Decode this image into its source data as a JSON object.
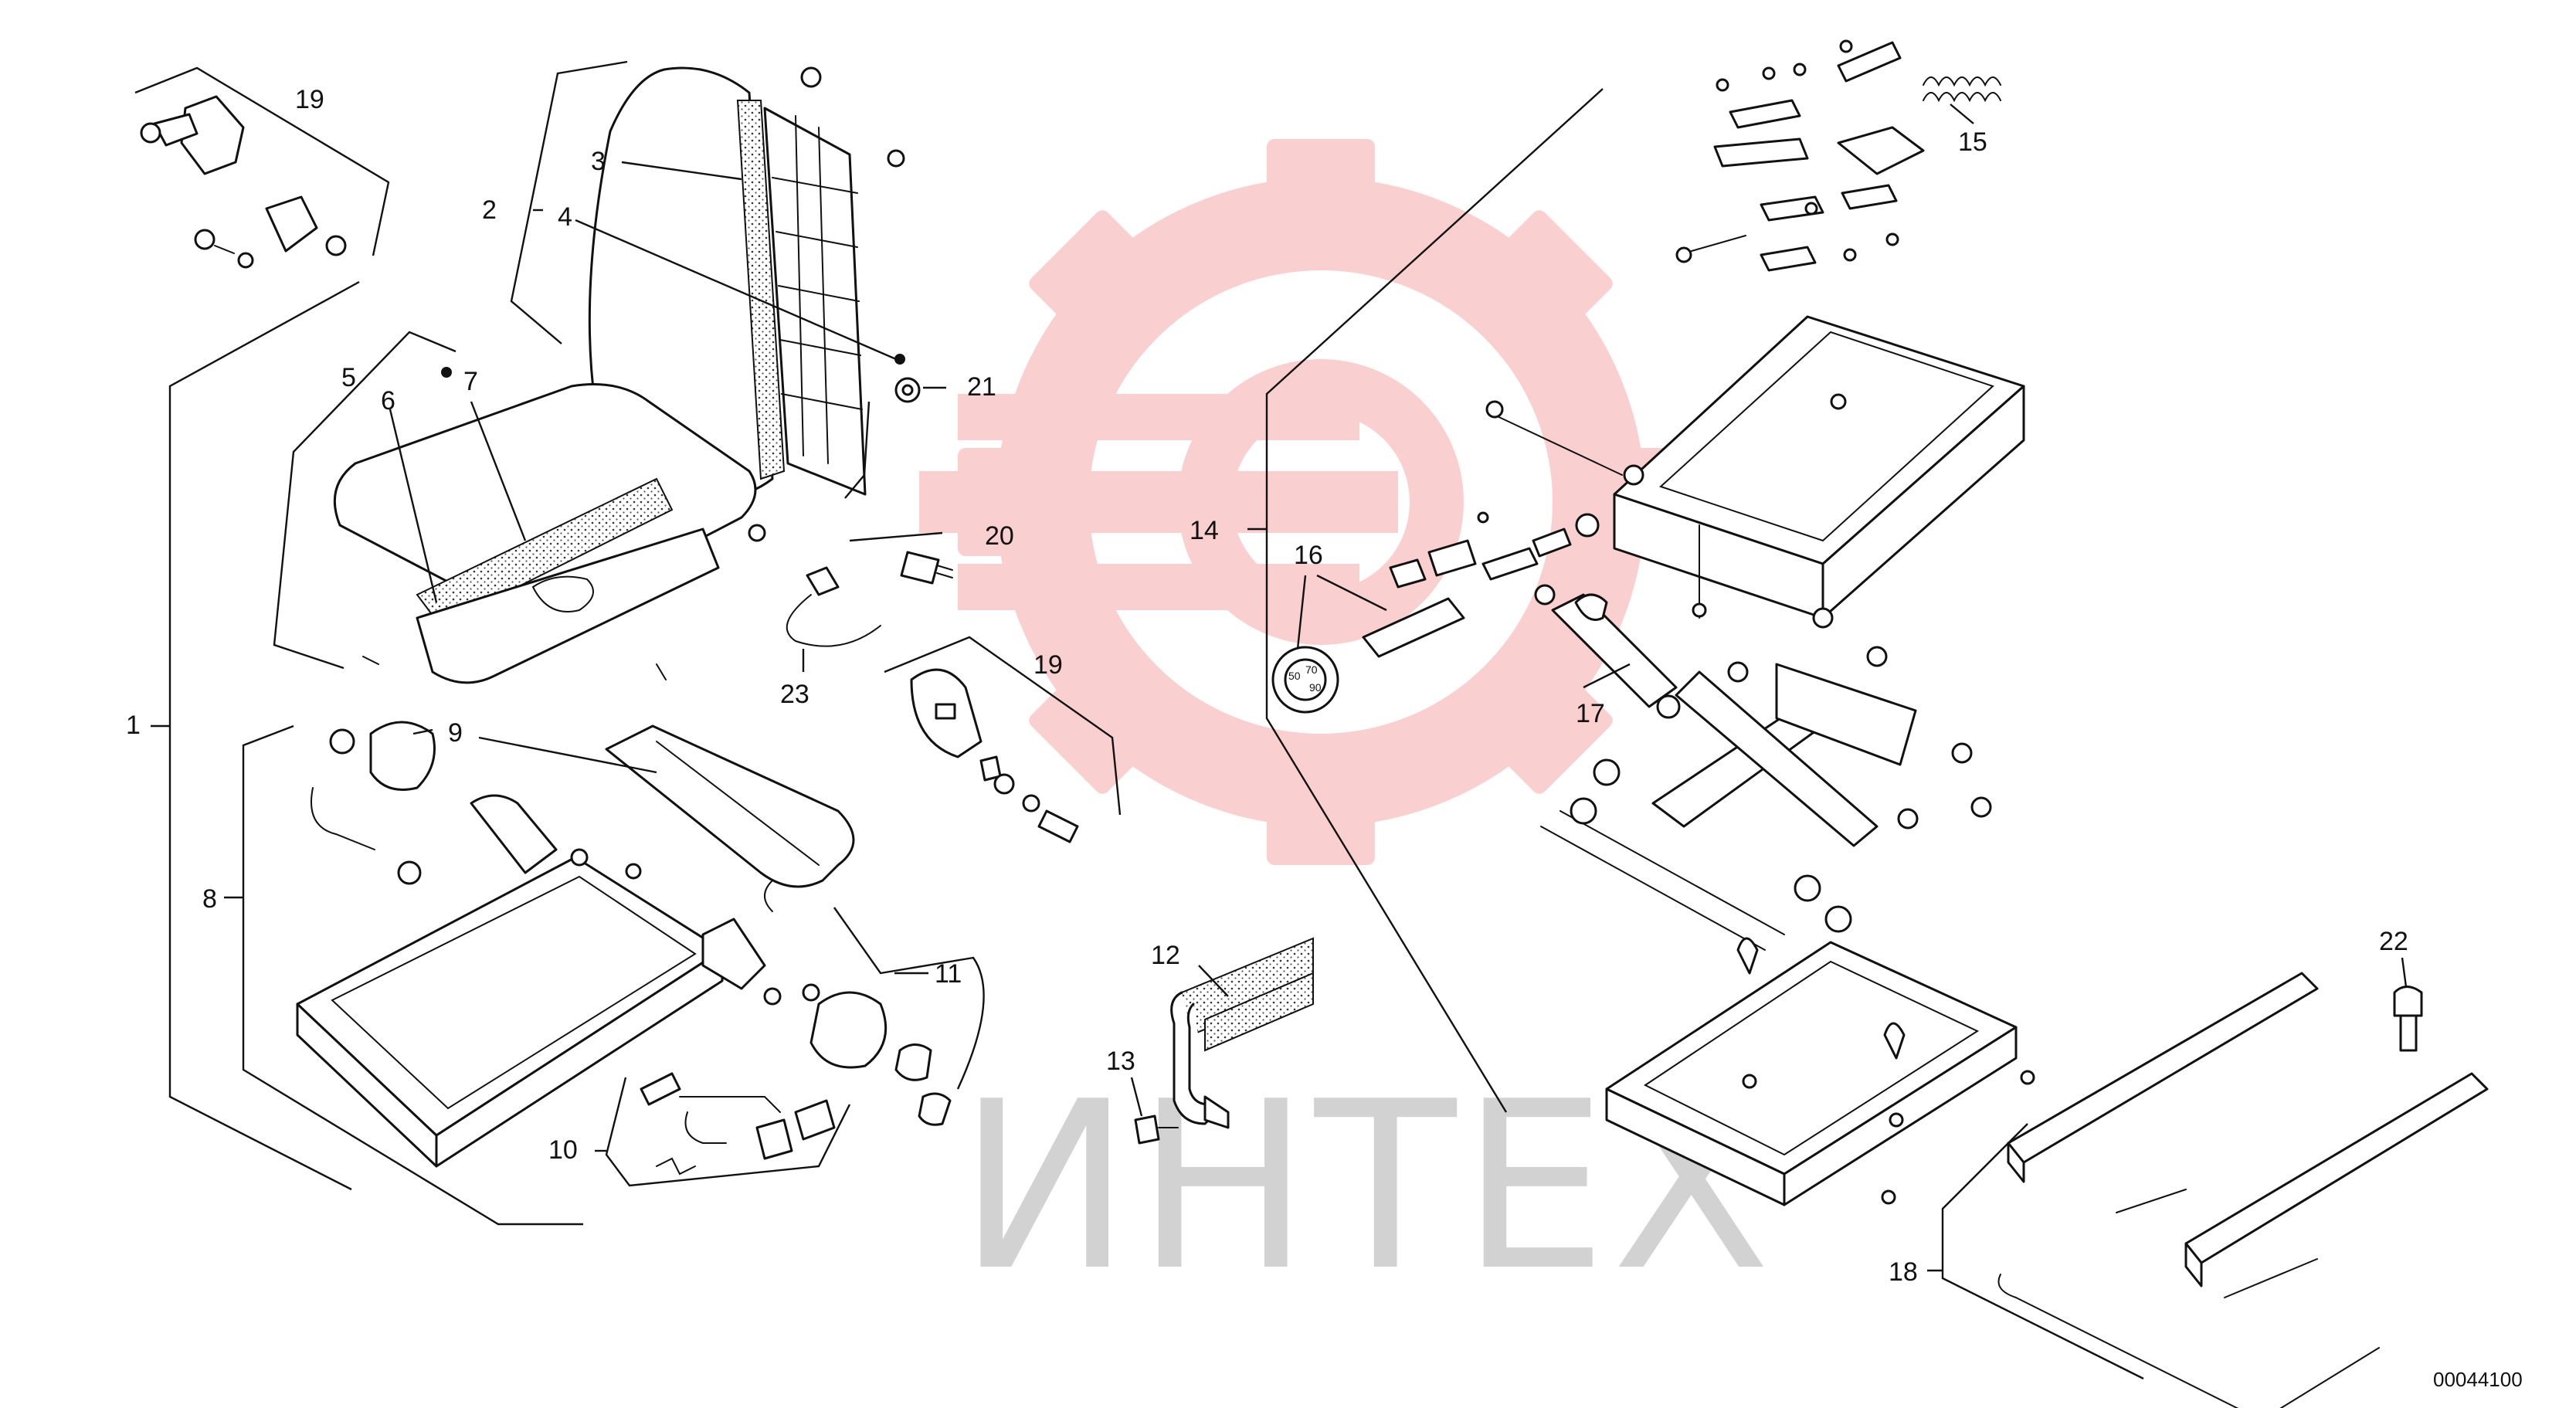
{
  "watermark": {
    "text": "ИНТЕХ",
    "gear_color": "#f7c4c4",
    "text_color": "#d2d2d2"
  },
  "drawing_number": "00044100",
  "callouts": [
    {
      "id": "c1",
      "label": "1"
    },
    {
      "id": "c2",
      "label": "2"
    },
    {
      "id": "c3",
      "label": "3"
    },
    {
      "id": "c4",
      "label": "4"
    },
    {
      "id": "c5",
      "label": "5"
    },
    {
      "id": "c6",
      "label": "6"
    },
    {
      "id": "c7",
      "label": "7"
    },
    {
      "id": "c8",
      "label": "8"
    },
    {
      "id": "c9",
      "label": "9"
    },
    {
      "id": "c10",
      "label": "10"
    },
    {
      "id": "c11",
      "label": "11"
    },
    {
      "id": "c12",
      "label": "12"
    },
    {
      "id": "c13",
      "label": "13"
    },
    {
      "id": "c14",
      "label": "14"
    },
    {
      "id": "c15",
      "label": "15"
    },
    {
      "id": "c16",
      "label": "16"
    },
    {
      "id": "c17",
      "label": "17"
    },
    {
      "id": "c18",
      "label": "18"
    },
    {
      "id": "c19a",
      "label": "19"
    },
    {
      "id": "c19b",
      "label": "19"
    },
    {
      "id": "c20",
      "label": "20"
    },
    {
      "id": "c21",
      "label": "21"
    },
    {
      "id": "c22",
      "label": "22"
    },
    {
      "id": "c23",
      "label": "23"
    }
  ],
  "knob_marks": [
    "50",
    "70",
    "90"
  ],
  "colors": {
    "line": "#111111",
    "background": "#ffffff"
  }
}
